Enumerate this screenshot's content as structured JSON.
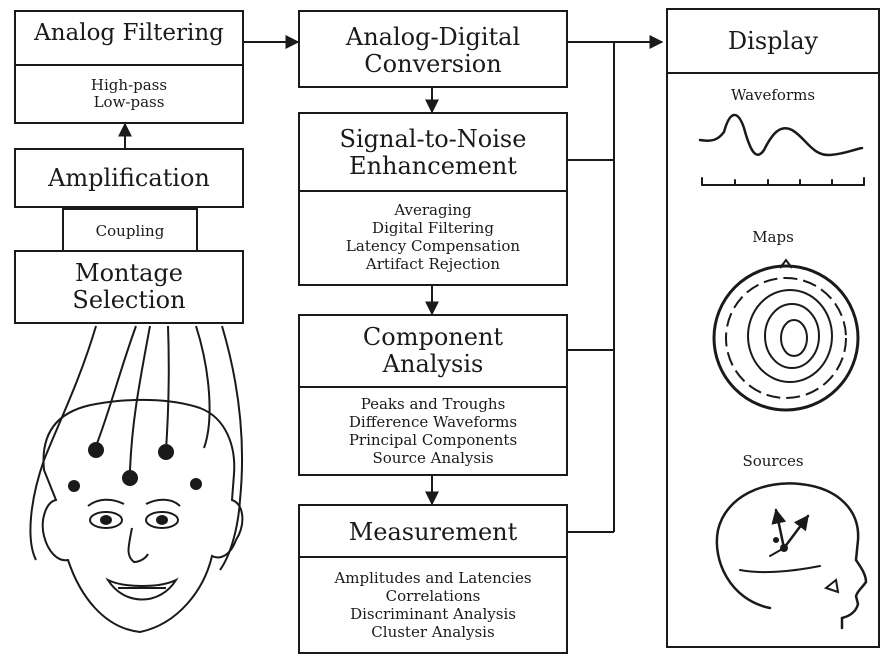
{
  "analog_filtering": {
    "title": "Analog Filtering",
    "items": [
      "High-pass",
      "Low-pass"
    ]
  },
  "amplification": {
    "title": "Amplification"
  },
  "coupling": {
    "label": "Coupling"
  },
  "montage": {
    "line1": "Montage",
    "line2": "Selection"
  },
  "adc": {
    "line1": "Analog-Digital",
    "line2": "Conversion"
  },
  "snr": {
    "line1": "Signal-to-Noise",
    "line2": "Enhancement",
    "items": [
      "Averaging",
      "Digital Filtering",
      "Latency Compensation",
      "Artifact Rejection"
    ]
  },
  "component": {
    "line1": "Component",
    "line2": "Analysis",
    "items": [
      "Peaks and Troughs",
      "Difference Waveforms",
      "Principal Components",
      "Source Analysis"
    ]
  },
  "measurement": {
    "title": "Measurement",
    "items": [
      "Amplitudes and Latencies",
      "Correlations",
      "Discriminant Analysis",
      "Cluster Analysis"
    ]
  },
  "display": {
    "title": "Display",
    "waveforms": "Waveforms",
    "maps": "Maps",
    "sources": "Sources"
  },
  "colors": {
    "ink": "#1a1a1a",
    "paper": "#ffffff"
  }
}
